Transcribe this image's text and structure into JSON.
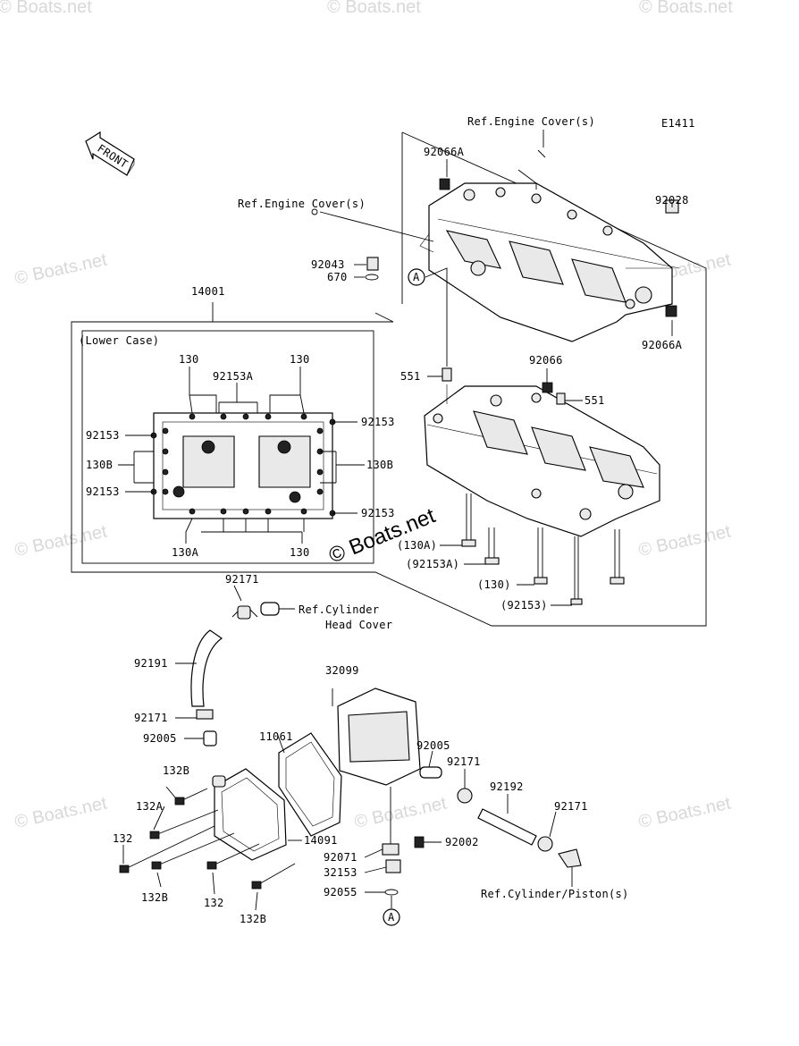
{
  "figure_code": "E1411",
  "front_label": "FRONT",
  "watermarks": {
    "corner": "© Boats.net",
    "center": "© Boats.net"
  },
  "refs": {
    "engine_cover_top": "Ref.Engine Cover(s)",
    "engine_cover_left": "Ref.Engine Cover(s)",
    "cylinder_head_cover_1": "Ref.Cylinder",
    "cylinder_head_cover_2": "Head Cover",
    "cylinder_piston": "Ref.Cylinder/Piston(s)"
  },
  "box_titles": {
    "assembly": "14001",
    "lower_case": "(Lower Case)"
  },
  "markers": {
    "a1": "A",
    "a2": "A"
  },
  "parts": {
    "p92066A_top": "92066A",
    "p92028": "92028",
    "p92043": "92043",
    "p670": "670",
    "p92066A_right": "92066A",
    "p551_left": "551",
    "p92066": "92066",
    "p551_right": "551",
    "lc_130_a": "130",
    "lc_130_b": "130",
    "lc_92153A": "92153A",
    "lc_92153_tr": "92153",
    "lc_92153_tl": "92153",
    "lc_130B_l": "130B",
    "lc_130B_r": "130B",
    "lc_92153_ml": "92153",
    "lc_92153_br": "92153",
    "lc_130A": "130A",
    "lc_130_bottom": "130",
    "b_130A": "(130A)",
    "b_92153A": "(92153A)",
    "b_130": "(130)",
    "b_92153": "(92153)",
    "p92171_top": "92171",
    "p92191": "92191",
    "p32099": "32099",
    "p92171_mid": "92171",
    "p92005_l": "92005",
    "p11061": "11061",
    "p92005_r": "92005",
    "p92171_r": "92171",
    "p92192": "92192",
    "p92171_rr": "92171",
    "p132B_1": "132B",
    "p132A": "132A",
    "p132_1": "132",
    "p14091": "14091",
    "p92071": "92071",
    "p92002": "92002",
    "p32153": "32153",
    "p92055": "92055",
    "p132B_2": "132B",
    "p132_2": "132",
    "p132B_3": "132B"
  }
}
